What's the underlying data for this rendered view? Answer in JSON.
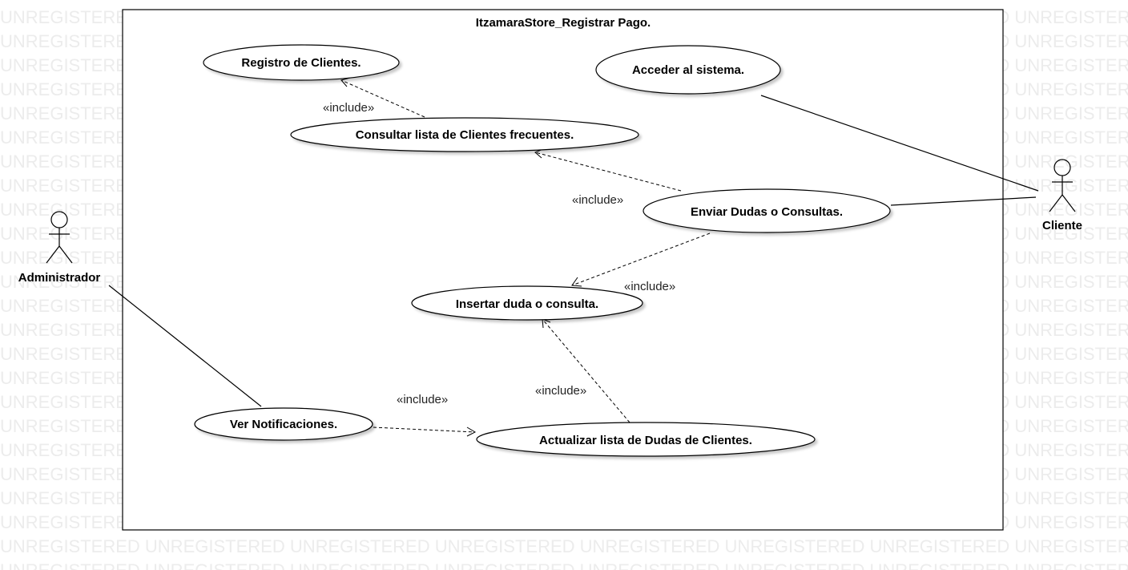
{
  "watermark": "UNREGISTERED",
  "system": {
    "title": "ItzamaraStore_Registrar Pago."
  },
  "actors": {
    "administrador": "Administrador",
    "cliente": "Cliente"
  },
  "use_cases": {
    "registro_clientes": "Registro de Clientes.",
    "acceder_sistema": "Acceder al sistema.",
    "consultar_lista": "Consultar lista de Clientes frecuentes.",
    "enviar_dudas": "Enviar Dudas o Consultas.",
    "insertar_duda": "Insertar duda o consulta.",
    "ver_notificaciones": "Ver Notificaciones.",
    "actualizar_lista": "Actualizar lista de Dudas de Clientes."
  },
  "relations": {
    "include_label": "«include»"
  }
}
